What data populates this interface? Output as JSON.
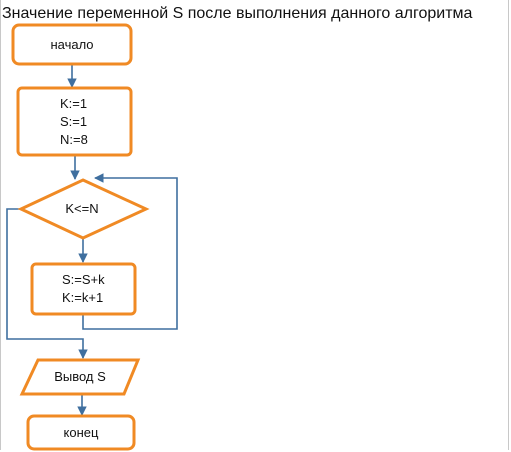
{
  "title": "Значение переменной S после выполнения данного алгоритма",
  "colors": {
    "node_border": "#f08a24",
    "connector": "#3f6f9f"
  },
  "flowchart": {
    "start": "начало",
    "init": [
      "K:=1",
      "S:=1",
      "N:=8"
    ],
    "condition": "K<=N",
    "loop_body": [
      "S:=S+k",
      "K:=k+1"
    ],
    "output": "Вывод S",
    "end": "конец"
  }
}
